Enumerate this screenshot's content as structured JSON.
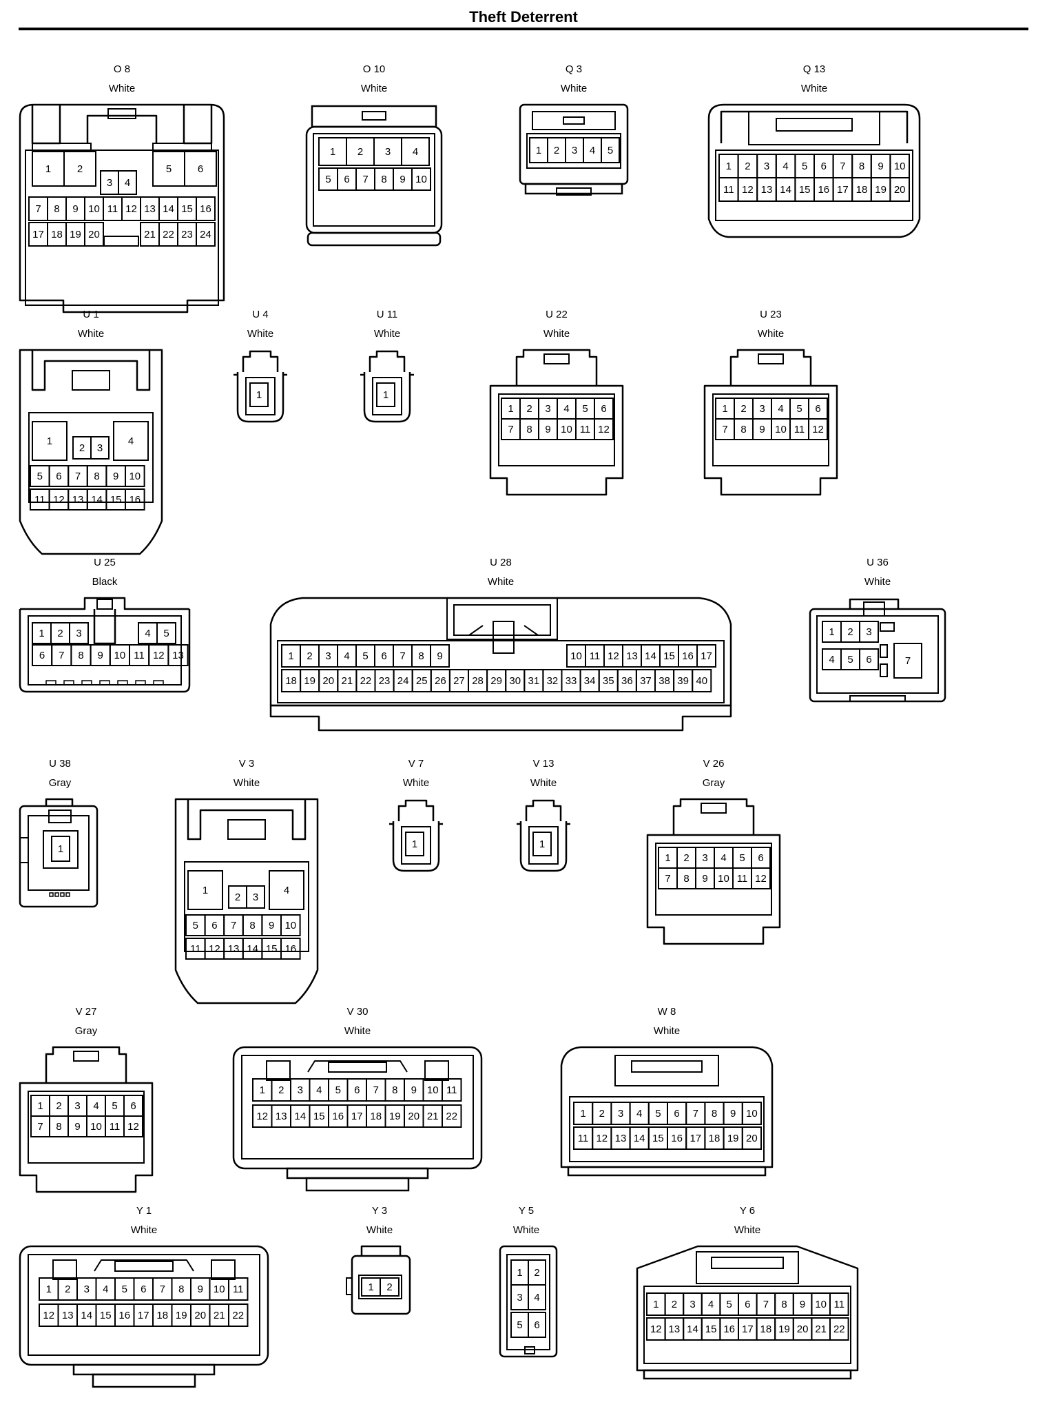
{
  "page": {
    "title": "Theft Deterrent"
  },
  "connectors": [
    {
      "key": "o8",
      "id": "O 8",
      "color": "White",
      "pins": [
        "1",
        "2",
        "3",
        "4",
        "5",
        "6",
        "7",
        "8",
        "9",
        "10",
        "11",
        "12",
        "13",
        "14",
        "15",
        "16",
        "17",
        "18",
        "19",
        "20",
        "21",
        "22",
        "23",
        "24"
      ]
    },
    {
      "key": "o10",
      "id": "O 10",
      "color": "White",
      "pins": [
        "1",
        "2",
        "3",
        "4",
        "5",
        "6",
        "7",
        "8",
        "9",
        "10"
      ]
    },
    {
      "key": "q3",
      "id": "Q 3",
      "color": "White",
      "pins": [
        "1",
        "2",
        "3",
        "4",
        "5"
      ]
    },
    {
      "key": "q13",
      "id": "Q 13",
      "color": "White",
      "pins": [
        "1",
        "2",
        "3",
        "4",
        "5",
        "6",
        "7",
        "8",
        "9",
        "10",
        "11",
        "12",
        "13",
        "14",
        "15",
        "16",
        "17",
        "18",
        "19",
        "20"
      ]
    },
    {
      "key": "u1",
      "id": "U 1",
      "color": "White",
      "pins": [
        "1",
        "2",
        "3",
        "4",
        "5",
        "6",
        "7",
        "8",
        "9",
        "10",
        "11",
        "12",
        "13",
        "14",
        "15",
        "16"
      ]
    },
    {
      "key": "u4",
      "id": "U 4",
      "color": "White",
      "pins": [
        "1"
      ]
    },
    {
      "key": "u11",
      "id": "U 11",
      "color": "White",
      "pins": [
        "1"
      ]
    },
    {
      "key": "u22",
      "id": "U 22",
      "color": "White",
      "pins": [
        "1",
        "2",
        "3",
        "4",
        "5",
        "6",
        "7",
        "8",
        "9",
        "10",
        "11",
        "12"
      ]
    },
    {
      "key": "u23",
      "id": "U 23",
      "color": "White",
      "pins": [
        "1",
        "2",
        "3",
        "4",
        "5",
        "6",
        "7",
        "8",
        "9",
        "10",
        "11",
        "12"
      ]
    },
    {
      "key": "u25",
      "id": "U 25",
      "color": "Black",
      "pins": [
        "1",
        "2",
        "3",
        "4",
        "5",
        "6",
        "7",
        "8",
        "9",
        "10",
        "11",
        "12",
        "13"
      ]
    },
    {
      "key": "u28",
      "id": "U 28",
      "color": "White",
      "pins": [
        "1",
        "2",
        "3",
        "4",
        "5",
        "6",
        "7",
        "8",
        "9",
        "10",
        "11",
        "12",
        "13",
        "14",
        "15",
        "16",
        "17",
        "18",
        "19",
        "20",
        "21",
        "22",
        "23",
        "24",
        "25",
        "26",
        "27",
        "28",
        "29",
        "30",
        "31",
        "32",
        "33",
        "34",
        "35",
        "36",
        "37",
        "38",
        "39",
        "40"
      ]
    },
    {
      "key": "u36",
      "id": "U 36",
      "color": "White",
      "pins": [
        "1",
        "2",
        "3",
        "4",
        "5",
        "6",
        "7"
      ]
    },
    {
      "key": "u38",
      "id": "U 38",
      "color": "Gray",
      "pins": [
        "1"
      ]
    },
    {
      "key": "v3",
      "id": "V 3",
      "color": "White",
      "pins": [
        "1",
        "2",
        "3",
        "4",
        "5",
        "6",
        "7",
        "8",
        "9",
        "10",
        "11",
        "12",
        "13",
        "14",
        "15",
        "16"
      ]
    },
    {
      "key": "v7",
      "id": "V 7",
      "color": "White",
      "pins": [
        "1"
      ]
    },
    {
      "key": "v13",
      "id": "V 13",
      "color": "White",
      "pins": [
        "1"
      ]
    },
    {
      "key": "v26",
      "id": "V 26",
      "color": "Gray",
      "pins": [
        "1",
        "2",
        "3",
        "4",
        "5",
        "6",
        "7",
        "8",
        "9",
        "10",
        "11",
        "12"
      ]
    },
    {
      "key": "v27",
      "id": "V 27",
      "color": "Gray",
      "pins": [
        "1",
        "2",
        "3",
        "4",
        "5",
        "6",
        "7",
        "8",
        "9",
        "10",
        "11",
        "12"
      ]
    },
    {
      "key": "v30",
      "id": "V 30",
      "color": "White",
      "pins": [
        "1",
        "2",
        "3",
        "4",
        "5",
        "6",
        "7",
        "8",
        "9",
        "10",
        "11",
        "12",
        "13",
        "14",
        "15",
        "16",
        "17",
        "18",
        "19",
        "20",
        "21",
        "22"
      ]
    },
    {
      "key": "w8",
      "id": "W 8",
      "color": "White",
      "pins": [
        "1",
        "2",
        "3",
        "4",
        "5",
        "6",
        "7",
        "8",
        "9",
        "10",
        "11",
        "12",
        "13",
        "14",
        "15",
        "16",
        "17",
        "18",
        "19",
        "20"
      ]
    },
    {
      "key": "y1",
      "id": "Y 1",
      "color": "White",
      "pins": [
        "1",
        "2",
        "3",
        "4",
        "5",
        "6",
        "7",
        "8",
        "9",
        "10",
        "11",
        "12",
        "13",
        "14",
        "15",
        "16",
        "17",
        "18",
        "19",
        "20",
        "21",
        "22"
      ]
    },
    {
      "key": "y3",
      "id": "Y 3",
      "color": "White",
      "pins": [
        "1",
        "2"
      ]
    },
    {
      "key": "y5",
      "id": "Y 5",
      "color": "White",
      "pins": [
        "1",
        "2",
        "3",
        "4",
        "5",
        "6"
      ]
    },
    {
      "key": "y6",
      "id": "Y 6",
      "color": "White",
      "pins": [
        "1",
        "2",
        "3",
        "4",
        "5",
        "6",
        "7",
        "8",
        "9",
        "10",
        "11",
        "12",
        "13",
        "14",
        "15",
        "16",
        "17",
        "18",
        "19",
        "20",
        "21",
        "22"
      ]
    }
  ]
}
